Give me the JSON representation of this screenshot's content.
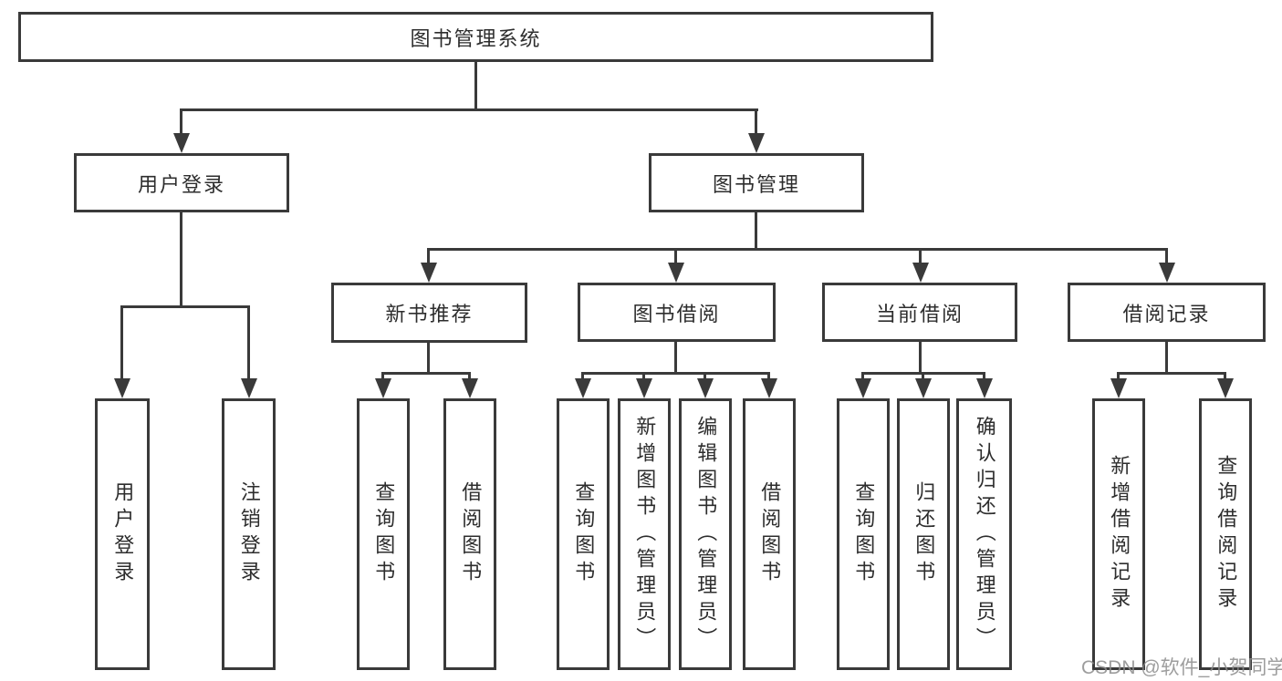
{
  "colors": {
    "background": "#ffffff",
    "line": "#3a3a3a",
    "text": "#2d2d2d",
    "watermark": "#8c8c8c"
  },
  "tree": {
    "label": "图书管理系统",
    "children": [
      {
        "label": "用户登录",
        "children": [
          {
            "label": "用户登录"
          },
          {
            "label": "注销登录"
          }
        ]
      },
      {
        "label": "图书管理",
        "children": [
          {
            "label": "新书推荐",
            "children": [
              {
                "label": "查询图书"
              },
              {
                "label": "借阅图书"
              }
            ]
          },
          {
            "label": "图书借阅",
            "children": [
              {
                "label": "查询图书"
              },
              {
                "label": "新增图书（管理员）"
              },
              {
                "label": "编辑图书（管理员）"
              },
              {
                "label": "借阅图书"
              }
            ]
          },
          {
            "label": "当前借阅",
            "children": [
              {
                "label": "查询图书"
              },
              {
                "label": "归还图书"
              },
              {
                "label": "确认归还（管理员）"
              }
            ]
          },
          {
            "label": "借阅记录",
            "children": [
              {
                "label": "新增借阅记录"
              },
              {
                "label": "查询借阅记录"
              }
            ]
          }
        ]
      }
    ]
  },
  "watermark": {
    "text": "CSDN @软件_小贺同学"
  }
}
